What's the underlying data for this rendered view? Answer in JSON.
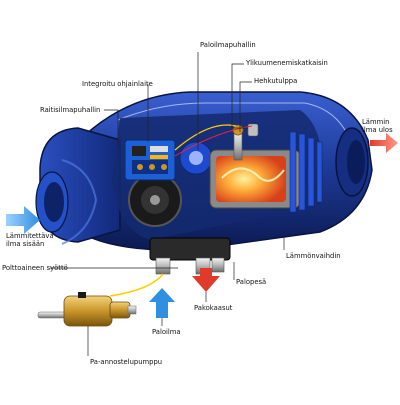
{
  "labels": {
    "paloilmapuhallin": "Paloilmapuhallin",
    "ylikuumenemiskatkaisin": "Ylikuumenemiskatkaisin",
    "integroitu_ohjainlaite": "Integroitu ohjainlaite",
    "hehkutulppa": "Hehkutulppa",
    "raitisilmapuhallin": "Raitisilmapuhallin",
    "lammin_ilma_ulos": "Lämmin ilma ulos",
    "lammitettava_ilma_sisaan": "Lämmitettävä ilma sisään",
    "lammonvaihdin": "Lämmönvaihdin",
    "polttoaineen_syotto": "Polttoaineen syöttö",
    "palopesa": "Palopesä",
    "pakokaasut": "Pakokaasut",
    "paloilma": "Paloilma",
    "pa_annostelupumppu": "Pa-annostelupumppu"
  },
  "colors": {
    "housing_blue": "#1e3c9a",
    "housing_dark": "#0e1f5e",
    "arrow_in": "#2f8fe0",
    "arrow_out": "#e03a2a",
    "flame": "#ff7a1a",
    "pump_brass": "#c9962a"
  },
  "icons": {
    "inlet_arrow": "arrow-right-icon",
    "outlet_arrow": "arrow-right-icon",
    "exhaust_arrow": "arrow-down-icon",
    "combustion_air_arrow": "arrow-up-icon"
  }
}
